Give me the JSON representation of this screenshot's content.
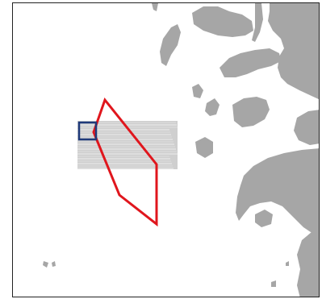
{
  "map": {
    "colors": {
      "background": "#ffffff",
      "land": "#a6a6a6",
      "survey_area": "#cfcfcf",
      "survey_lines": "#ececec",
      "polygon_outline": "#e0161d",
      "inset_box": "#1f3a7a",
      "frame_border": "#222222"
    },
    "layers": [
      {
        "name": "coastline-land",
        "type": "fill",
        "visible": true
      },
      {
        "name": "survey-swath",
        "type": "raster-strip",
        "visible": true
      },
      {
        "name": "study-area-polygon",
        "type": "outline",
        "visible": true
      },
      {
        "name": "detail-inset-box",
        "type": "outline",
        "visible": true
      }
    ]
  }
}
